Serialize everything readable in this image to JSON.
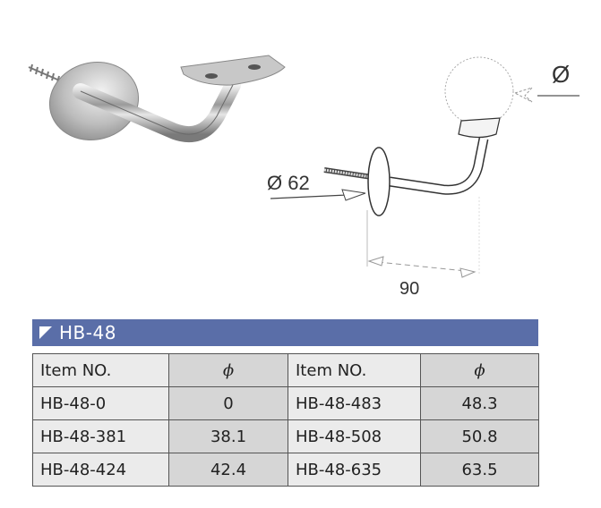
{
  "figures": {
    "photo": {
      "icon": "handrail-bracket-photo"
    },
    "drawing": {
      "icon": "handrail-bracket-drawing",
      "base_diameter_label": "Ø 62",
      "rail_diameter_label": "Ø",
      "projection_label": "90"
    }
  },
  "table": {
    "title": "HB-48",
    "columns": [
      "Item NO.",
      "ϕ",
      "Item NO.",
      "ϕ"
    ],
    "rows": [
      [
        "HB-48-0",
        "0",
        "HB-48-483",
        "48.3"
      ],
      [
        "HB-48-381",
        "38.1",
        "HB-48-508",
        "50.8"
      ],
      [
        "HB-48-424",
        "42.4",
        "HB-48-635",
        "63.5"
      ]
    ]
  },
  "colors": {
    "title_bar": "#5a6ea8",
    "item_cell": "#ebebeb",
    "value_cell": "#d6d6d6"
  }
}
